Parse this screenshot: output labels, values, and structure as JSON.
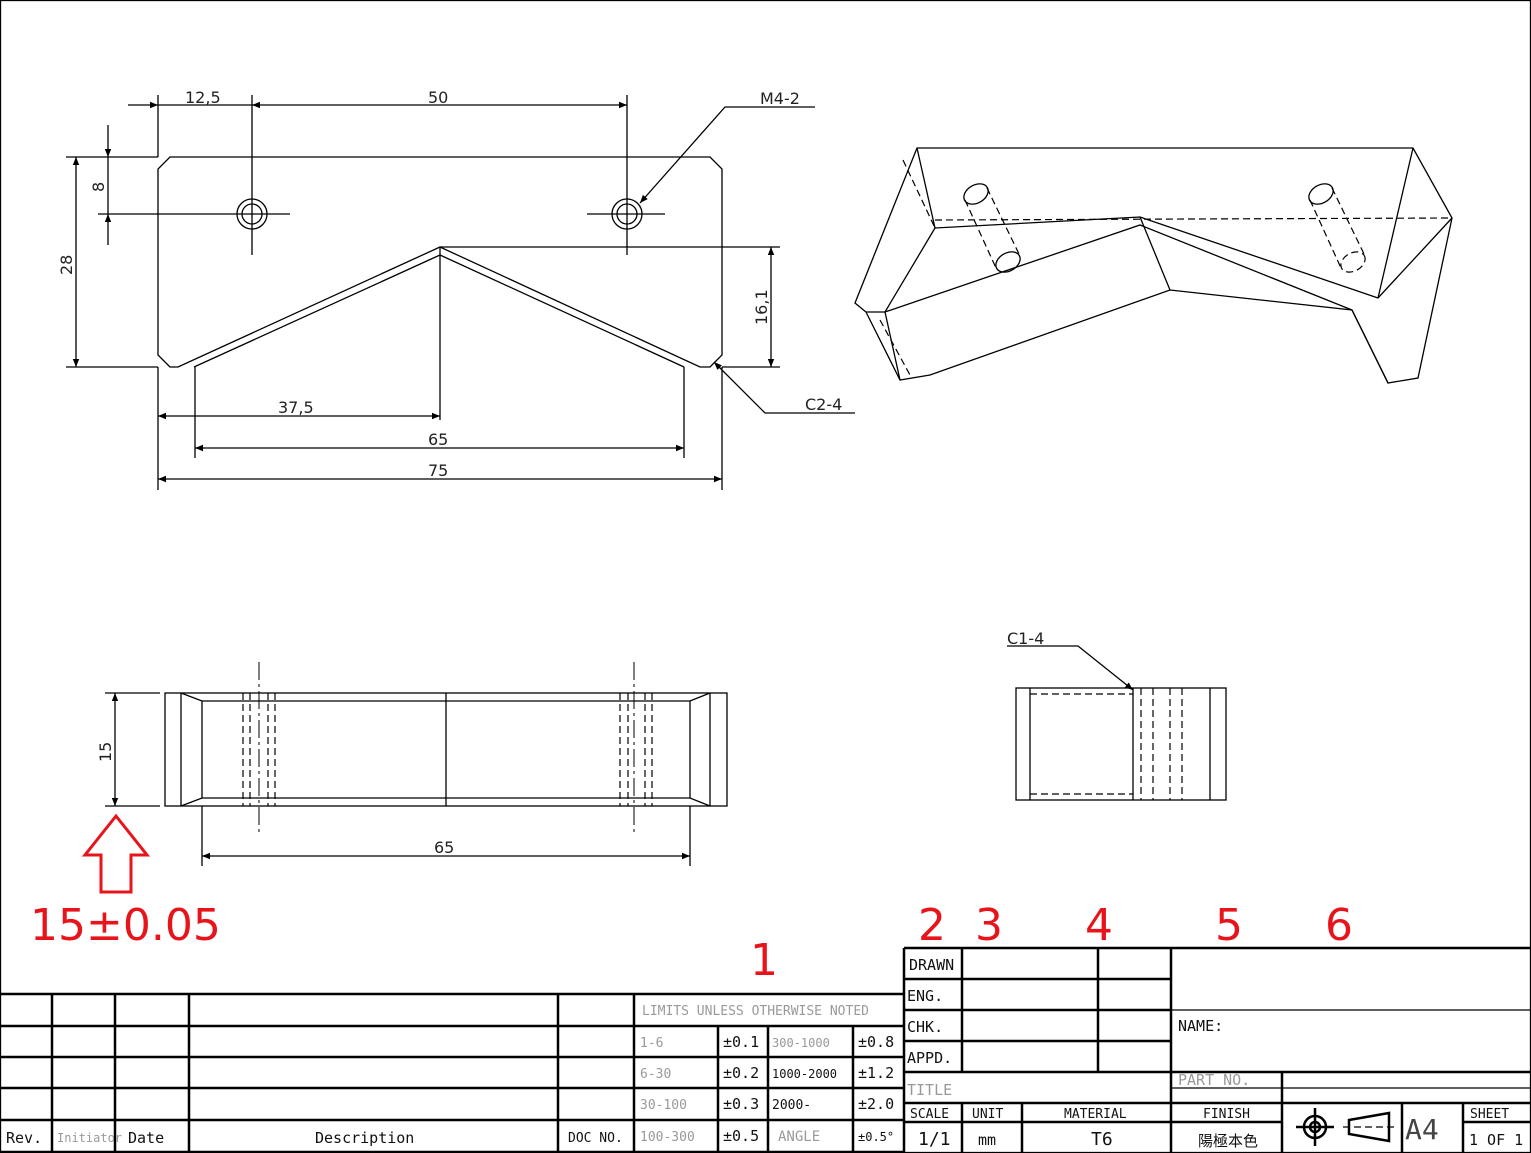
{
  "drawing": {
    "top_view": {
      "dims": {
        "d1": "12,5",
        "d2": "50",
        "d3": "8",
        "d4": "28",
        "d5": "16,1",
        "d6": "37,5",
        "d7": "65",
        "d8": "75"
      },
      "callouts": {
        "holes": "M4-2",
        "chamfer": "C2-4"
      }
    },
    "front_view": {
      "dims": {
        "height": "15",
        "width": "65"
      }
    },
    "side_view": {
      "callouts": {
        "chamfer": "C1-4"
      }
    },
    "annotations": {
      "tolerance": "15±0.05",
      "markers": [
        "1",
        "2",
        "3",
        "4",
        "5",
        "6"
      ]
    },
    "colors": {
      "annotation": "#e8141b",
      "line": "#000000"
    }
  },
  "revision_table": {
    "headers": {
      "rev": "Rev.",
      "initiator": "Initiator",
      "date": "Date",
      "description": "Description",
      "doc_no": "DOC NO."
    }
  },
  "tolerance_table": {
    "title": "LIMITS UNLESS OTHERWISE NOTED",
    "rows": [
      {
        "r1": "1-6",
        "t1": "±0.1",
        "r2": "300-1000",
        "t2": "±0.8"
      },
      {
        "r1": "6-30",
        "t1": "±0.2",
        "r2": "1000-2000",
        "t2": "±1.2"
      },
      {
        "r1": "30-100",
        "t1": "±0.3",
        "r2": "2000-",
        "t2": "±2.0"
      },
      {
        "r1": "100-300",
        "t1": "±0.5",
        "r2": "ANGLE",
        "t2": "±0.5°"
      }
    ]
  },
  "title_block": {
    "drawn": "DRAWN",
    "eng": "ENG.",
    "chk": "CHK.",
    "appd": "APPD.",
    "title": "TITLE",
    "name_label": "NAME:",
    "part_no_label": "PART NO.",
    "scale_label": "SCALE",
    "scale": "1/1",
    "unit_label": "UNIT",
    "unit": "mm",
    "material_label": "MATERIAL",
    "material": "T6",
    "finish_label": "FINISH",
    "finish": "陽極本色",
    "paper": "A4",
    "sheet_label": "SHEET",
    "sheet": "1 OF 1"
  }
}
